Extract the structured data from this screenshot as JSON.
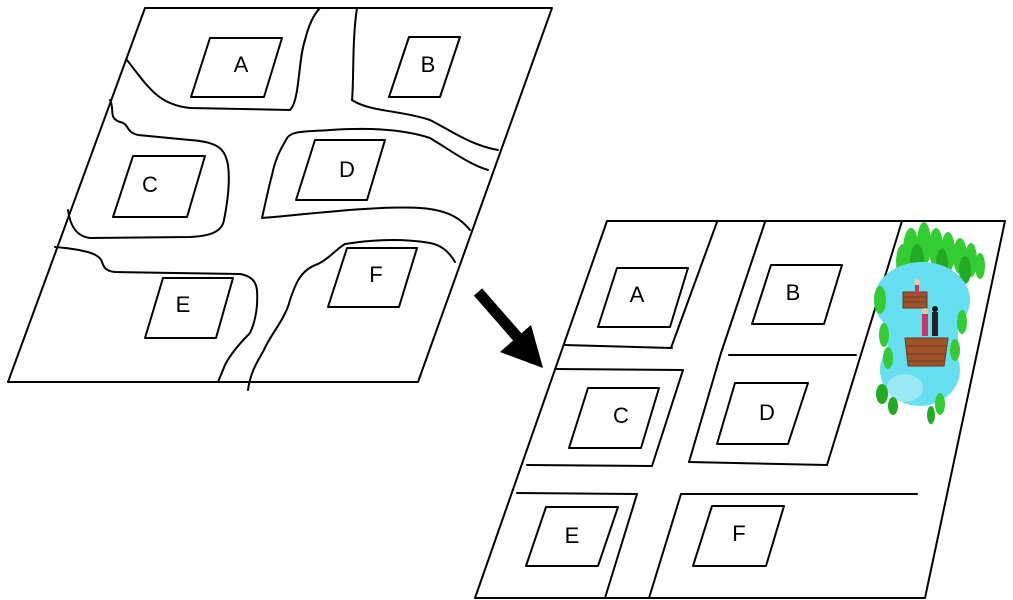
{
  "before_map": {
    "lots": [
      {
        "id": "A",
        "label": "A"
      },
      {
        "id": "B",
        "label": "B"
      },
      {
        "id": "C",
        "label": "C"
      },
      {
        "id": "D",
        "label": "D"
      },
      {
        "id": "E",
        "label": "E"
      },
      {
        "id": "F",
        "label": "F"
      }
    ]
  },
  "after_map": {
    "lots": [
      {
        "id": "A",
        "label": "A"
      },
      {
        "id": "B",
        "label": "B"
      },
      {
        "id": "C",
        "label": "C"
      },
      {
        "id": "D",
        "label": "D"
      },
      {
        "id": "E",
        "label": "E"
      },
      {
        "id": "F",
        "label": "F"
      }
    ],
    "park": {
      "icon": "park-icon",
      "tree_color": "#33cc33",
      "pond_color": "#66e0f0",
      "bench_color": "#a0522d"
    }
  },
  "arrow": {
    "icon": "arrow-down-right-icon",
    "color": "#000000"
  }
}
